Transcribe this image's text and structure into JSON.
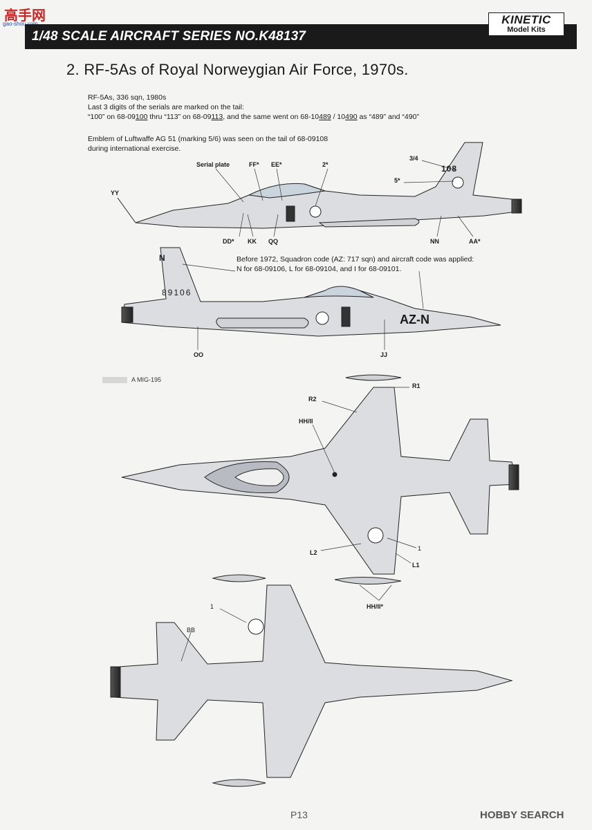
{
  "watermark": {
    "logo": "高手网",
    "url": "gao-shou.com"
  },
  "header": {
    "series": "1/48 SCALE AIRCRAFT SERIES NO.K48137",
    "brand": "KINETIC",
    "brand_sub": "Model Kits"
  },
  "heading": "2. RF-5As of Royal Norweygian Air Force, 1970s.",
  "notes": {
    "l1": "RF-5As, 336 sqn, 1980s",
    "l2": "Last 3 digits of the serials are marked on the tail:",
    "l3a": "“100” on 68-09",
    "l3b": "100",
    "l3c": " thru “113” on 68-09",
    "l3d": "113",
    "l3e": ", and the same went on 68-10",
    "l3f": "489",
    "l3g": " / 10",
    "l3h": "490",
    "l3i": " as “489” and “490”",
    "l4": "Emblem of Luftwaffe AG 51 (marking 5/6) was seen on the tail of 68-09108",
    "l5": "during international exercise."
  },
  "note2": {
    "l1": "Before 1972, Squadron code (AZ: 717 sqn) and aircraft code was applied:",
    "l2": "N for 68-09106, L for 68-09104, and I for 68-09101."
  },
  "side_upper_callouts": {
    "serial_plate": "Serial plate",
    "ff": "FF*",
    "ee": "EE*",
    "two": "2*",
    "three_four": "3/4",
    "five": "5*",
    "yy": "YY",
    "dd": "DD*",
    "kk": "KK",
    "qq": "QQ",
    "nn": "NN",
    "aa": "AA*"
  },
  "aircraft_markings": {
    "tail_number": "108",
    "lower_tail_serial": "89106",
    "fuselage_code": "AZ-N",
    "fin_code": "N"
  },
  "side_lower_callouts": {
    "oo": "OO",
    "jj": "JJ"
  },
  "plan_top_callouts": {
    "r1": "R1",
    "r2": "R2",
    "hh_ii": "HH/II",
    "l2": "L2",
    "one": "1",
    "l1": "L1",
    "hh_ii_star": "HH/II*"
  },
  "plan_bottom_callouts": {
    "one": "1",
    "bb": "BB"
  },
  "ref_label": "A MIG-195",
  "footer": {
    "page": "P13",
    "source": "HOBBY SEARCH"
  }
}
